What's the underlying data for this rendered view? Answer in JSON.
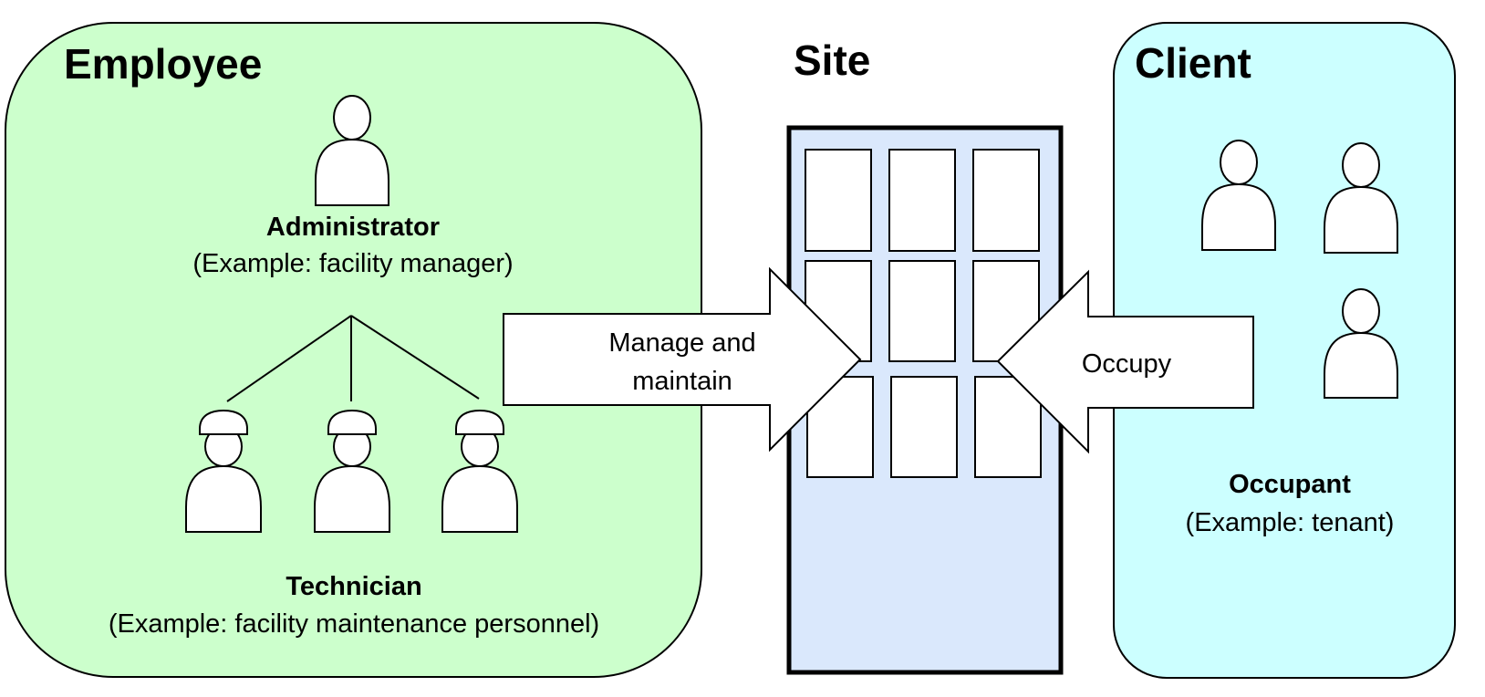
{
  "colors": {
    "employee_fill": "#CCFFCC",
    "site_fill": "#DAE8FC",
    "client_fill": "#CCFFFF",
    "stroke": "#000000",
    "figure_fill": "#FFFFFF"
  },
  "employee": {
    "title": "Employee",
    "administrator": {
      "role": "Administrator",
      "example": "(Example: facility manager)",
      "icon": "person-icon"
    },
    "technician": {
      "role": "Technician",
      "example": "(Example: facility maintenance personnel)",
      "count": 3,
      "icon": "worker-with-hard-hat-icon"
    }
  },
  "site": {
    "title": "Site",
    "icon": "building-icon",
    "window_rows": 3,
    "window_cols": 3
  },
  "client": {
    "title": "Client",
    "occupant": {
      "role": "Occupant",
      "example": "(Example: tenant)",
      "count": 3,
      "icon": "person-icon"
    }
  },
  "arrows": {
    "employee_to_site": {
      "line1": "Manage and",
      "line2": "maintain",
      "direction": "right"
    },
    "client_to_site": {
      "label": "Occupy",
      "direction": "left"
    }
  }
}
